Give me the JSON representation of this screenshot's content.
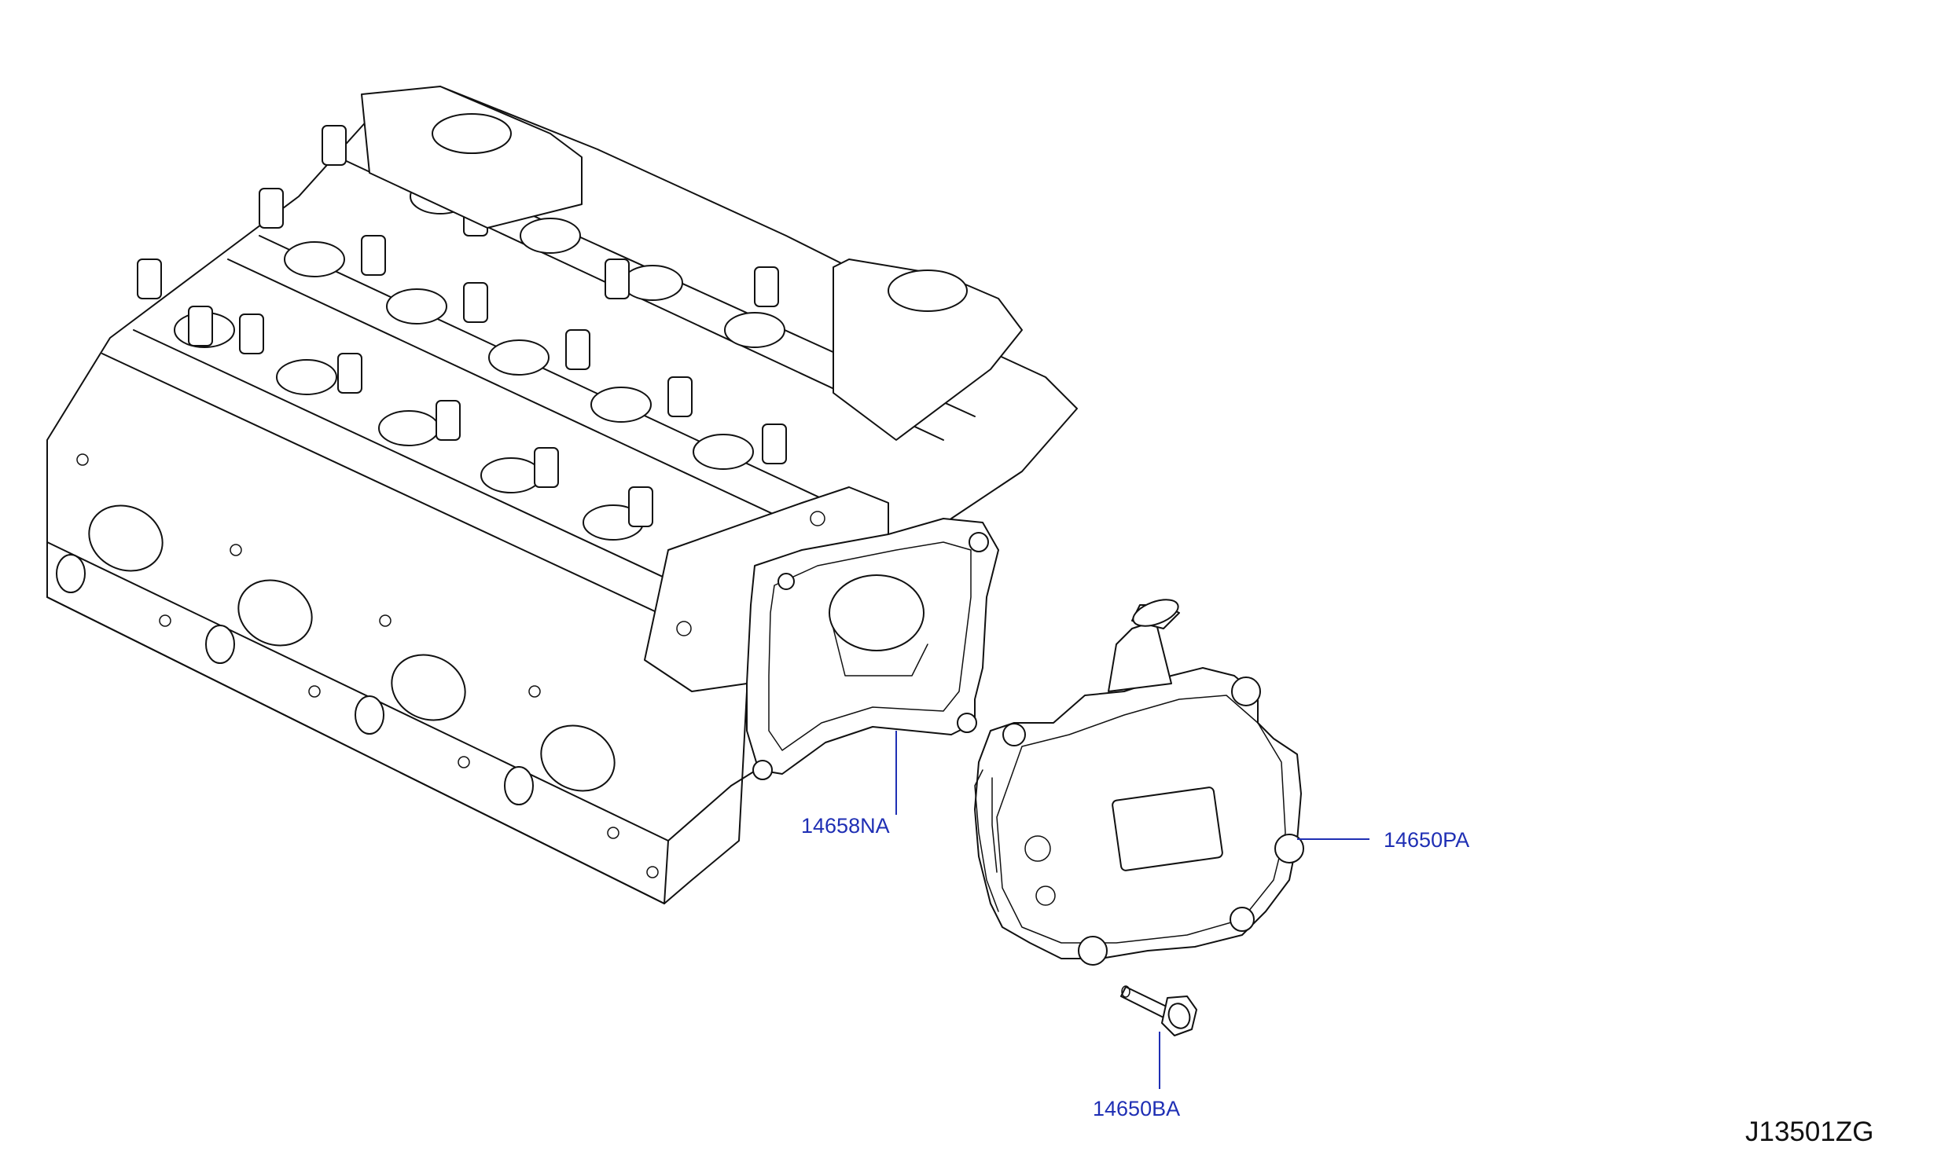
{
  "diagram": {
    "parts": [
      {
        "id": "gasket",
        "label": "14658NA"
      },
      {
        "id": "vacuum-pump",
        "label": "14650PA"
      },
      {
        "id": "bolt",
        "label": "14650BA"
      }
    ],
    "drawing_number": "J13501ZG",
    "colors": {
      "label": "#1f2fb4",
      "line": "#111111",
      "background": "#ffffff"
    }
  }
}
